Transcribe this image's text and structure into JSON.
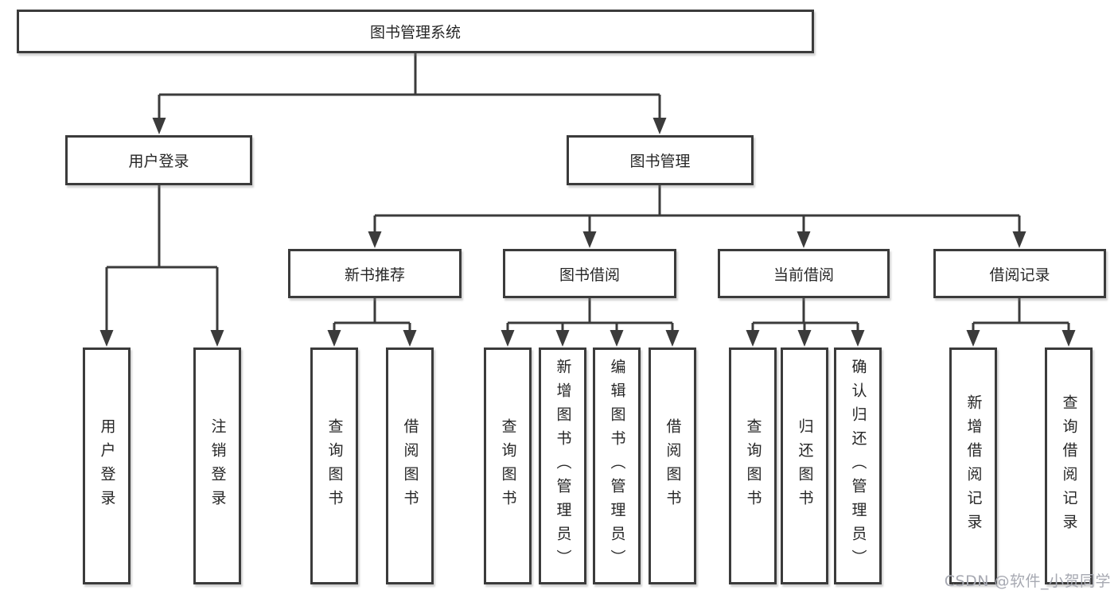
{
  "tree": {
    "root": "图书管理系统",
    "branches": [
      {
        "label": "用户登录",
        "children": [
          "用户登录",
          "注销登录"
        ]
      },
      {
        "label": "图书管理",
        "modules": [
          {
            "label": "新书推荐",
            "children": [
              "查询图书",
              "借阅图书"
            ]
          },
          {
            "label": "图书借阅",
            "children": [
              "查询图书",
              "新增图书（管理员）",
              "编辑图书（管理员）",
              "借阅图书"
            ]
          },
          {
            "label": "当前借阅",
            "children": [
              "查询图书",
              "归还图书",
              "确认归还（管理员）"
            ]
          },
          {
            "label": "借阅记录",
            "children": [
              "新增借阅记录",
              "查询借阅记录"
            ]
          }
        ]
      }
    ]
  },
  "watermark": {
    "text": "CSDN @软件_小贺同学"
  },
  "colors": {
    "line": "#3b3b3b",
    "text": "#262626",
    "box_bg": "#ffffff",
    "watermark": "#a7a9b2"
  }
}
